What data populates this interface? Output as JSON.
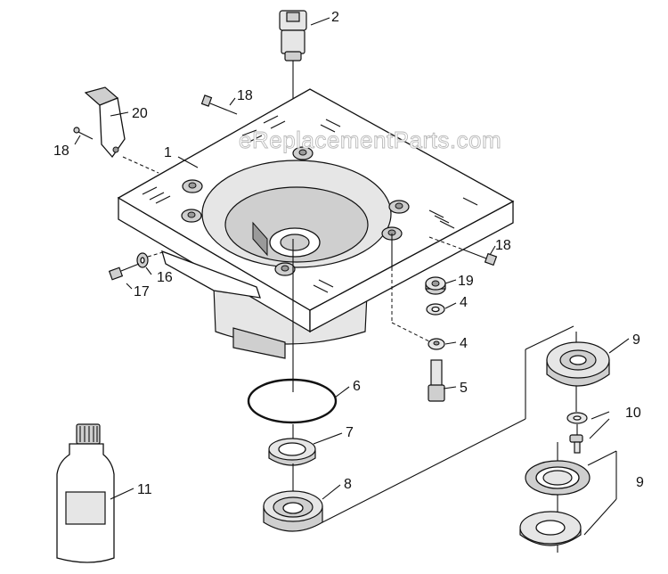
{
  "watermark": "eReplacementParts.com",
  "callouts": {
    "c1": "1",
    "c2": "2",
    "c4a": "4",
    "c4b": "4",
    "c5": "5",
    "c6": "6",
    "c7": "7",
    "c8": "8",
    "c9a": "9",
    "c9b": "9",
    "c10": "10",
    "c11": "11",
    "c16": "16",
    "c17": "17",
    "c18a": "18",
    "c18b": "18",
    "c18c": "18",
    "c19": "19",
    "c20": "20"
  }
}
